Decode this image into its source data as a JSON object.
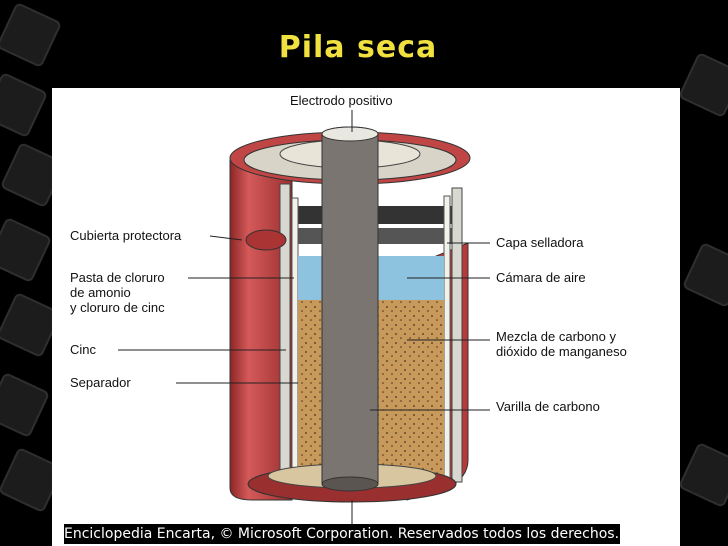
{
  "title": "Pila seca",
  "labels": {
    "electrodo_positivo": "Electrodo positivo",
    "cubierta_protectora": "Cubierta protectora",
    "pasta_1": "Pasta de cloruro",
    "pasta_2": "de amonio",
    "pasta_3": "y cloruro de cinc",
    "cinc": "Cinc",
    "separador": "Separador",
    "capa_selladora": "Capa selladora",
    "camara_aire": "Cámara de aire",
    "mezcla_1": "Mezcla de carbono y",
    "mezcla_2": "dióxido de manganeso",
    "varilla": "Varilla de carbono"
  },
  "credit": "Enciclopedia Encarta, © Microsoft Corporation. Reservados todos los derechos.",
  "colors": {
    "title": "#f0e040",
    "casing_red": "#b63a3a",
    "mix_brown": "#c79a5c",
    "air_blue": "#8ec3e0",
    "rod_gray": "#7a7570"
  }
}
